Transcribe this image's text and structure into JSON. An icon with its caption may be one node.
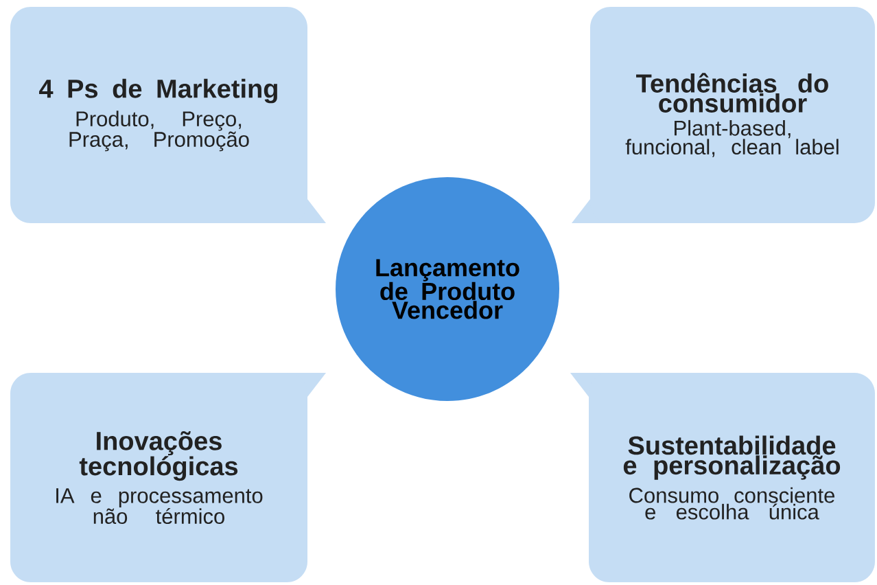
{
  "diagram": {
    "nodes": [
      {
        "text": [
          "4 Ps de Marketing",
          "Produto, Preço, Praça, Promoção"
        ]
      },
      {
        "text": [
          "Tendências do consumidor",
          "Plant-based, funcional, clean label"
        ]
      },
      {
        "text": [
          "Lançamento de Produto Vencedor"
        ]
      },
      {
        "text": [
          "Inovações tecnológicas",
          "IA e processamento não térmico"
        ]
      },
      {
        "text": [
          "Sustentabilidade e personalização",
          "Consumo consciente e escolha única"
        ]
      }
    ]
  }
}
